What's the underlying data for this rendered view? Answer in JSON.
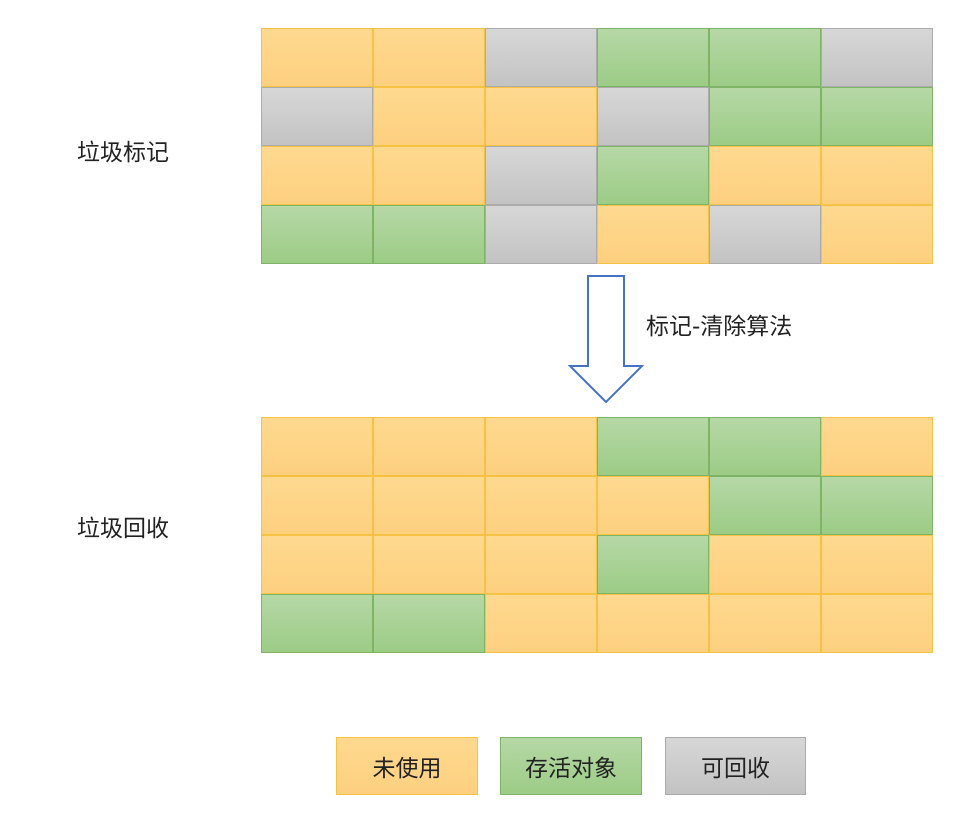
{
  "labels": {
    "marking": "垃圾标记",
    "collection": "垃圾回收",
    "arrow_label": "标记-清除算法"
  },
  "legend": {
    "unused": "未使用",
    "alive": "存活对象",
    "collectable": "可回收"
  },
  "colors": {
    "unused": "#fdd080",
    "alive": "#a9d18e",
    "collectable": "#c9c9c9",
    "arrow": "#4472c4"
  },
  "grid_before": [
    [
      "unused",
      "unused",
      "collectable",
      "alive",
      "alive",
      "collectable"
    ],
    [
      "collectable",
      "unused",
      "unused",
      "collectable",
      "alive",
      "alive"
    ],
    [
      "unused",
      "unused",
      "collectable",
      "alive",
      "unused",
      "unused"
    ],
    [
      "alive",
      "alive",
      "collectable",
      "unused",
      "collectable",
      "unused"
    ]
  ],
  "grid_after": [
    [
      "unused",
      "unused",
      "unused",
      "alive",
      "alive",
      "unused"
    ],
    [
      "unused",
      "unused",
      "unused",
      "unused",
      "alive",
      "alive"
    ],
    [
      "unused",
      "unused",
      "unused",
      "alive",
      "unused",
      "unused"
    ],
    [
      "alive",
      "alive",
      "unused",
      "unused",
      "unused",
      "unused"
    ]
  ]
}
